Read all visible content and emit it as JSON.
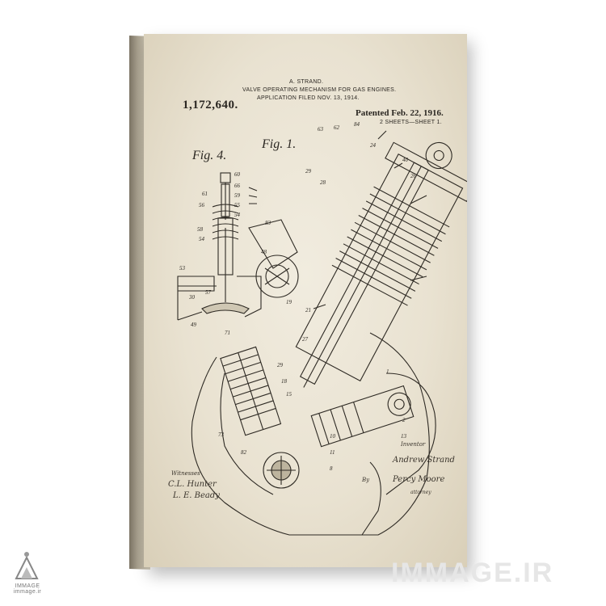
{
  "patent": {
    "inventor_header": "A. STRAND.",
    "title": "VALVE OPERATING MECHANISM FOR GAS ENGINES.",
    "application": "APPLICATION FILED NOV. 13, 1914.",
    "number": "1,172,640.",
    "patented": "Patented Feb. 22, 1916.",
    "sheets": "2 SHEETS—SHEET 1."
  },
  "figures": {
    "fig1": "Fig. 1.",
    "fig4": "Fig. 4."
  },
  "signatures": {
    "witnesses_label": "Witnesses",
    "witness1": "C.L. Hunter",
    "witness2": "L. E. Beady",
    "inventor_label": "Inventor",
    "inventor_name": "Andrew Strand",
    "by": "By",
    "attorney": "Percy Moore",
    "attorney_label": "attorney"
  },
  "watermark": {
    "brand": "IMMAGE.IR",
    "logo_caption": "IMMAGE\nimmage.ir"
  }
}
